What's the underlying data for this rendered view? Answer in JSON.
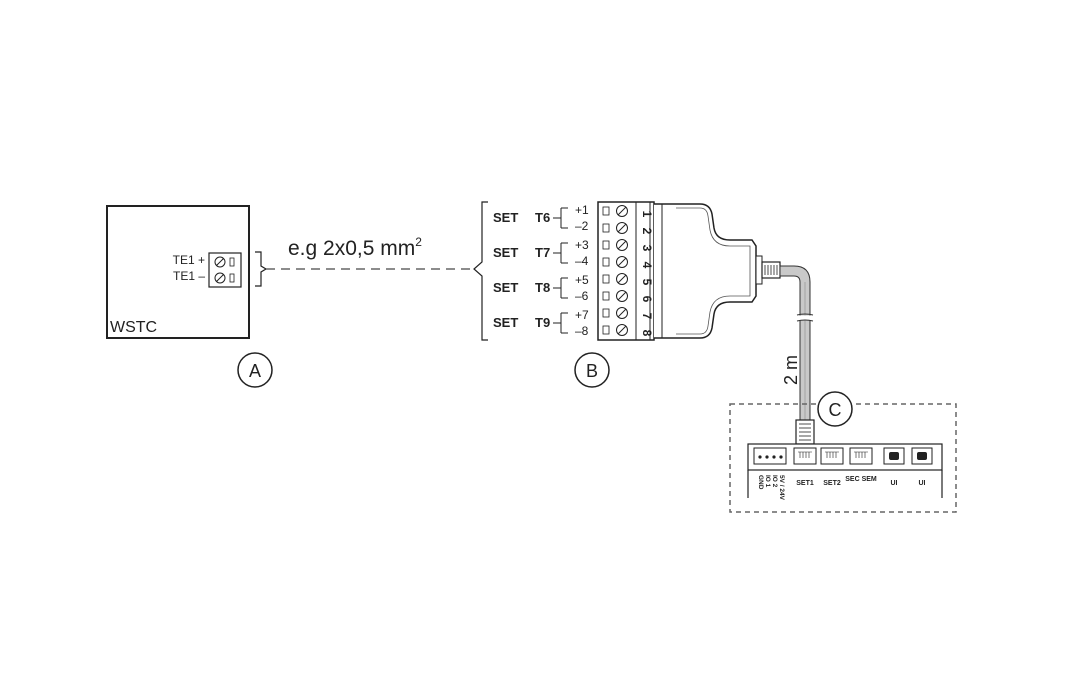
{
  "wstc": {
    "label": "WSTC",
    "terminal_plus": "TE1 +",
    "terminal_minus": "TE1 –"
  },
  "cable": {
    "spec_text": "e.g 2x0,5 mm",
    "spec_superscript": "2",
    "length_text": "2 m"
  },
  "markers": {
    "a": "A",
    "b": "B",
    "c": "C"
  },
  "connector_b": {
    "rows": [
      {
        "set": "SET",
        "channel": "T6",
        "plus": "+1",
        "minus": "–2"
      },
      {
        "set": "SET",
        "channel": "T7",
        "plus": "+3",
        "minus": "–4"
      },
      {
        "set": "SET",
        "channel": "T8",
        "plus": "+5",
        "minus": "–6"
      },
      {
        "set": "SET",
        "channel": "T9",
        "plus": "+7",
        "minus": "–8"
      }
    ],
    "pin_numbers": [
      "1",
      "2",
      "3",
      "4",
      "5",
      "6",
      "7",
      "8"
    ]
  },
  "controller_c": {
    "gnd_pins": [
      "GND",
      "IO 1",
      "IO 2",
      "5V / 24V"
    ],
    "ports": [
      "SET1",
      "SET2",
      "SEC SEM",
      "UI",
      "UI"
    ]
  }
}
